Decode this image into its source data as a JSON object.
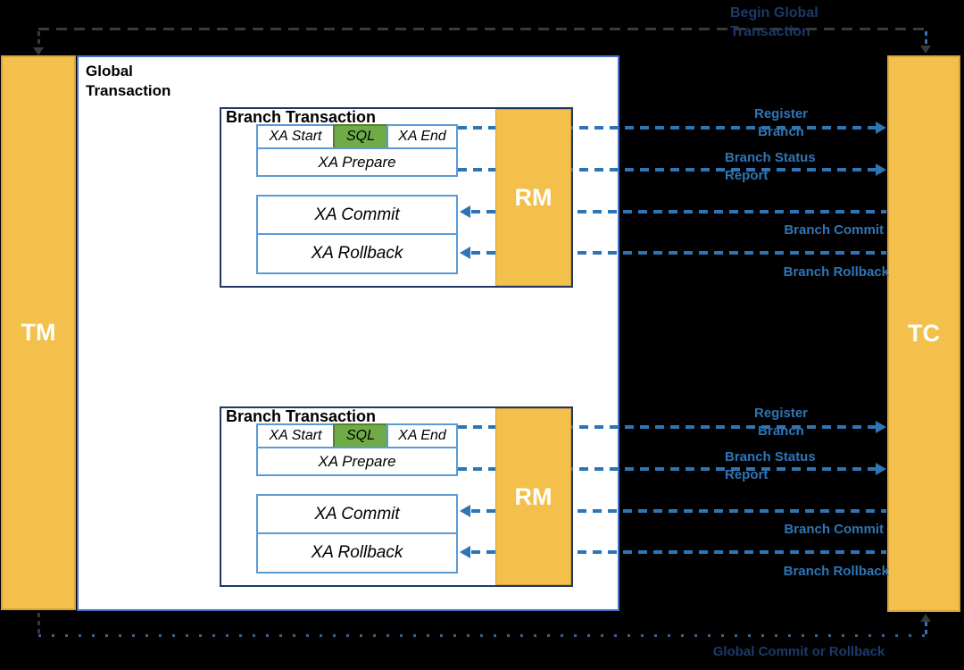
{
  "diagram": {
    "tm_label": "TM",
    "tc_label": "TC",
    "global_transaction": {
      "title": "Global\nTransaction"
    },
    "top_message": {
      "label": "Begin Global\nTransaction"
    },
    "bottom_message": {
      "label": "Global Commit or Rollback"
    },
    "branches": [
      {
        "title": "Branch Transaction",
        "rm_label": "RM",
        "steps": {
          "xa_start": "XA Start",
          "sql": "SQL",
          "xa_end": "XA End",
          "xa_prepare": "XA Prepare",
          "xa_commit": "XA Commit",
          "xa_rollback": "XA Rollback"
        },
        "messages": [
          {
            "label": "Register\nBranch",
            "direction": "to-tc"
          },
          {
            "label": "Branch Status\nReport",
            "direction": "to-tc"
          },
          {
            "label": "Branch Commit",
            "direction": "to-rm"
          },
          {
            "label": "Branch Rollback",
            "direction": "to-rm"
          }
        ]
      },
      {
        "title": "Branch Transaction",
        "rm_label": "RM",
        "steps": {
          "xa_start": "XA Start",
          "sql": "SQL",
          "xa_end": "XA End",
          "xa_prepare": "XA Prepare",
          "xa_commit": "XA Commit",
          "xa_rollback": "XA Rollback"
        },
        "messages": [
          {
            "label": "Register\nBranch",
            "direction": "to-tc"
          },
          {
            "label": "Branch Status\nReport",
            "direction": "to-tc"
          },
          {
            "label": "Branch Commit",
            "direction": "to-rm"
          },
          {
            "label": "Branch Rollback",
            "direction": "to-rm"
          }
        ]
      }
    ],
    "colors": {
      "actor_fill": "#F3C04B",
      "actor_border": "#D9A23B",
      "sql_fill": "#6FAC47",
      "sql_border": "#54812F",
      "inner_border": "#5B9BD5",
      "branch_border": "#203864",
      "global_border": "#4472C4",
      "message_blue": "#2E75B6",
      "dark_label": "#1B3A6B"
    }
  }
}
